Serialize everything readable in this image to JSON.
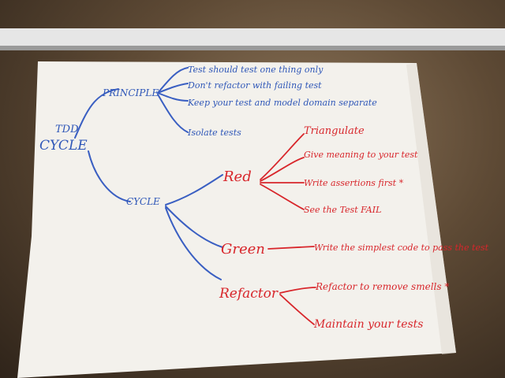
{
  "mindmap": {
    "root": {
      "line1": "TDD",
      "line2": "CYCLE"
    },
    "principle": {
      "label": "PRINCIPLE",
      "items": [
        "Test should test one thing only",
        "Don't refactor with failing test",
        "Keep your test and model domain separate",
        "Isolate tests"
      ]
    },
    "cycle": {
      "label": "CYCLE",
      "phases": [
        {
          "label": "Red",
          "items": [
            "Triangulate",
            "Give meaning to your test",
            "Write assertions first *",
            "See the Test FAIL"
          ]
        },
        {
          "label": "Green",
          "items": [
            "Write the simplest code to pass the test"
          ]
        },
        {
          "label": "Refactor",
          "items": [
            "Refactor to remove smells *",
            "Maintain your tests"
          ]
        }
      ]
    }
  },
  "colors": {
    "blue_marker": "#2f57b8",
    "red_marker": "#d8262b",
    "paper": "#f3f1ec",
    "wall": "#6b5641"
  }
}
